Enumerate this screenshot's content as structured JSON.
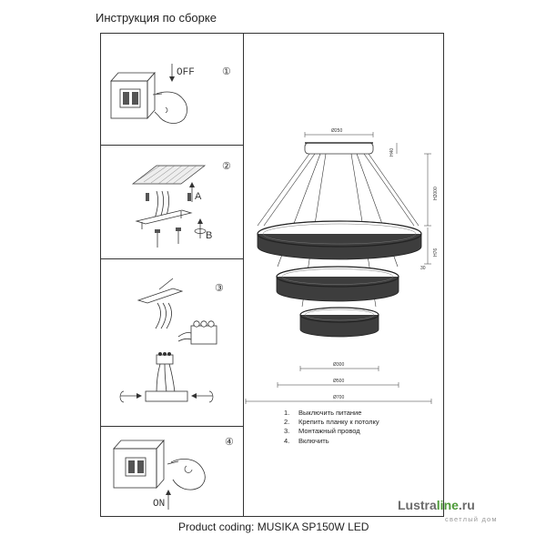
{
  "heading": "Инструкция по сборке",
  "steps_panel": {
    "step1": {
      "number": "①",
      "switch_label": "OFF"
    },
    "step2": {
      "number": "②",
      "label_a": "A",
      "label_b": "B"
    },
    "step3": {
      "number": "③"
    },
    "step4": {
      "number": "④",
      "switch_label": "ON"
    }
  },
  "dimensions": {
    "canopy_diameter": "Ø250",
    "canopy_height": "H40",
    "max_height": "H2000",
    "ring_height": "H76",
    "ring_gap": "30",
    "ring_small": "Ø300",
    "ring_medium": "Ø500",
    "ring_large": "Ø700"
  },
  "instructions": [
    {
      "number": "1.",
      "text": "Выключить питание"
    },
    {
      "number": "2.",
      "text": "Крепить планку к потолку"
    },
    {
      "number": "3.",
      "text": "Монтажный провод"
    },
    {
      "number": "4.",
      "text": "Включить"
    }
  ],
  "footer": "Product coding: MUSIKA SP150W LED",
  "brand": {
    "part1": "Lustra",
    "part2": "line",
    "part3": ".ru",
    "slogan": "светлый дом"
  }
}
